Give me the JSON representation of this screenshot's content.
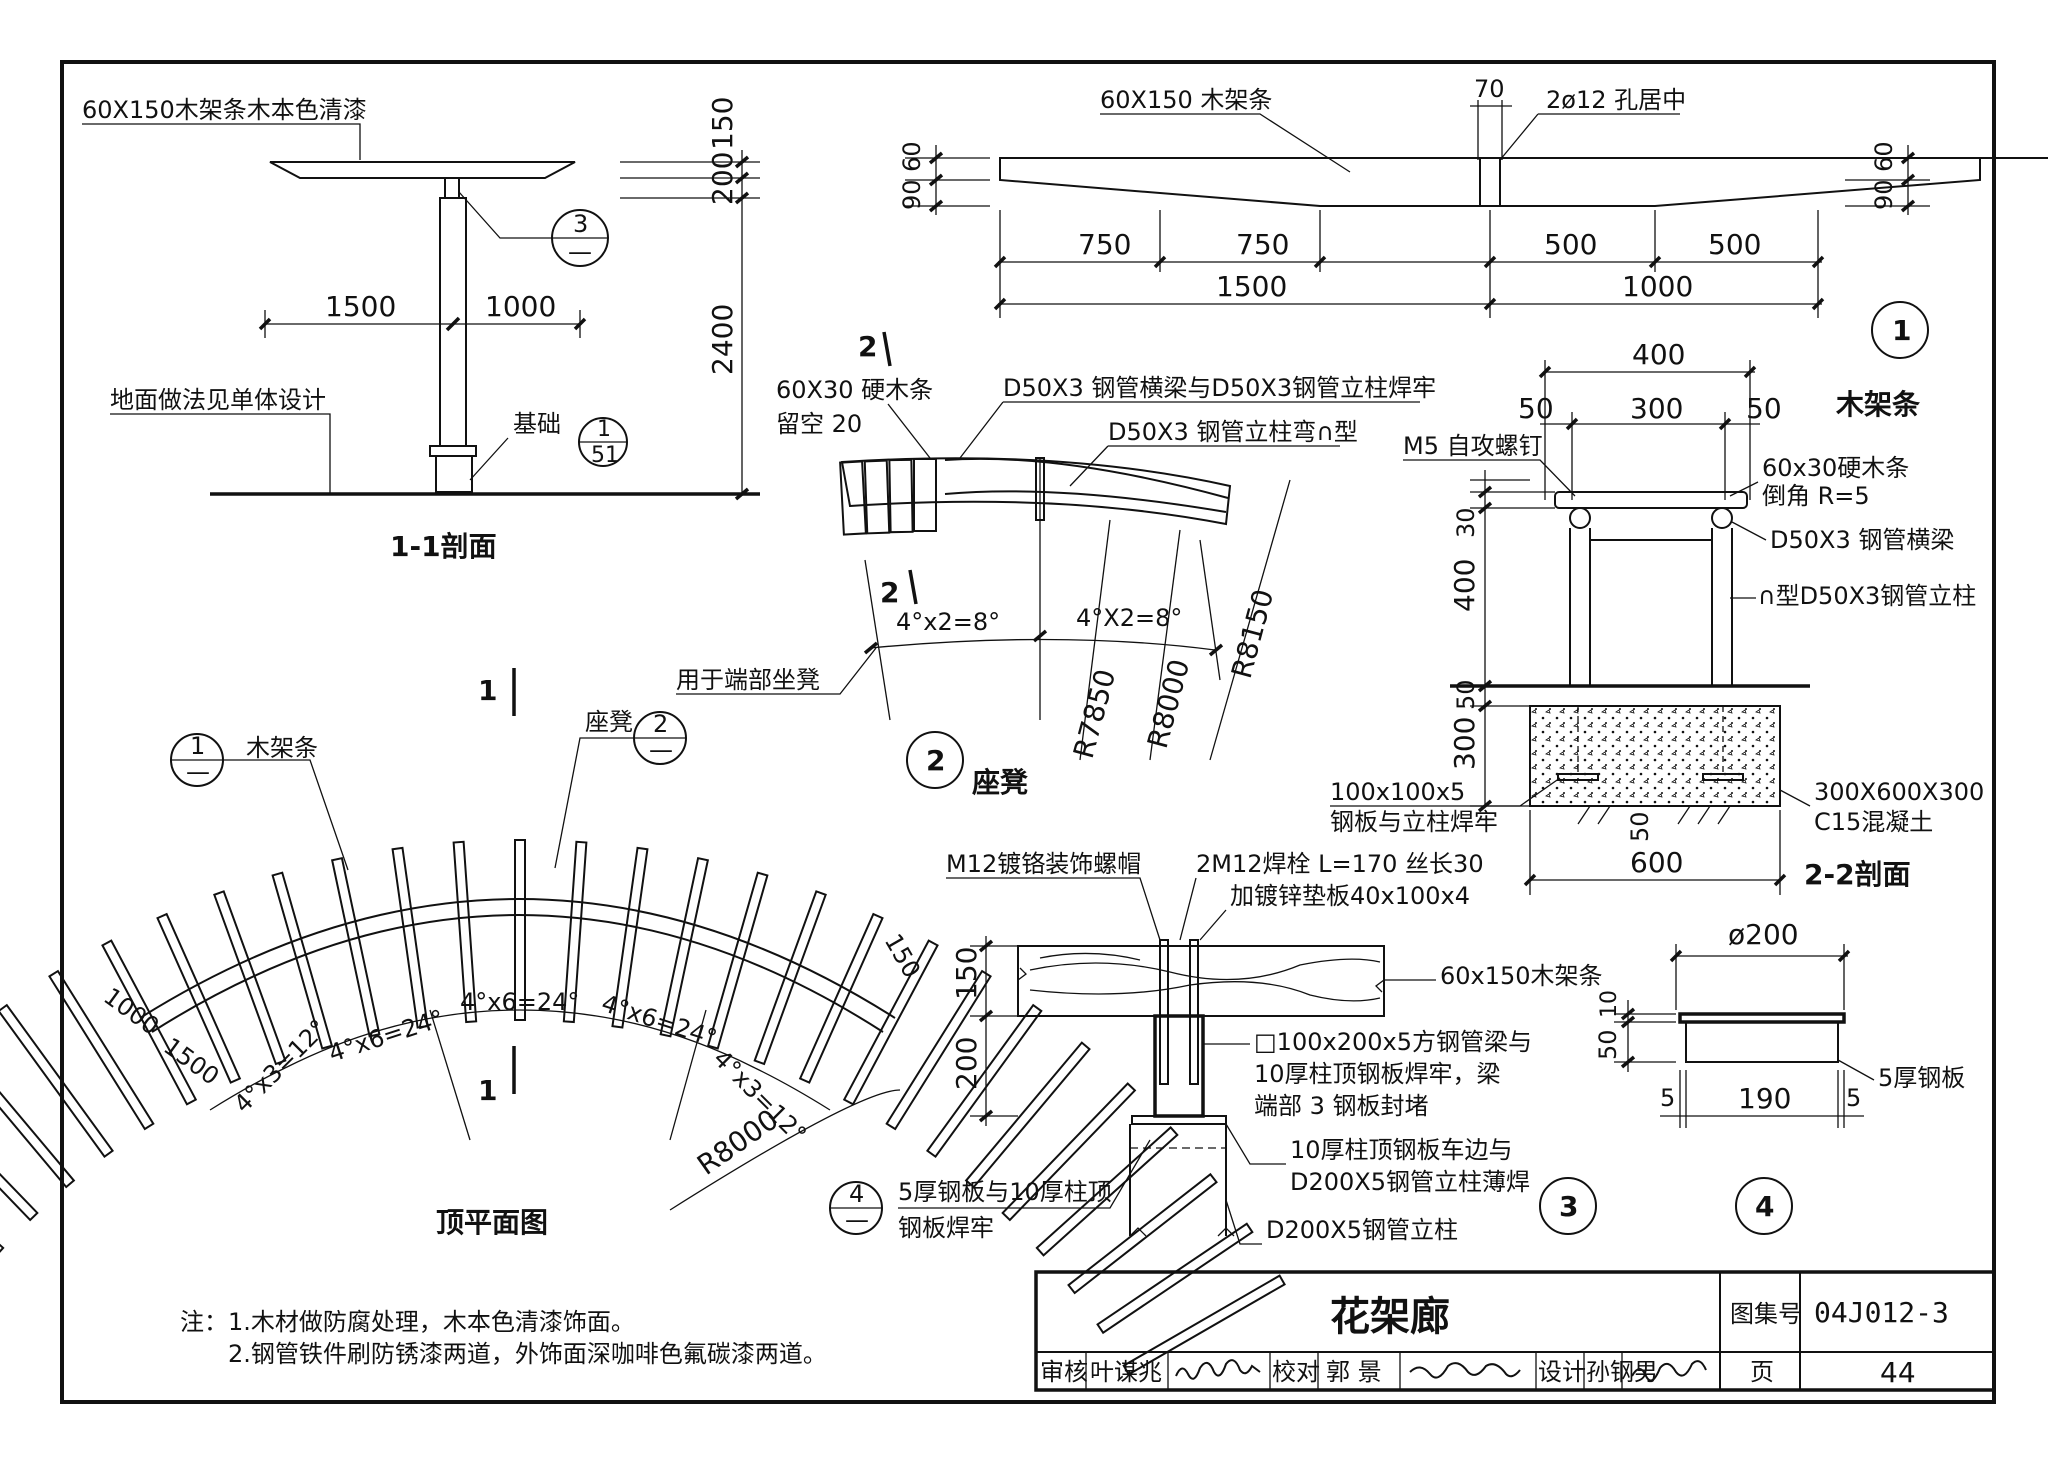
{
  "sheet": {
    "title": "花架廊",
    "atlas_label": "图集号",
    "atlas_no": "04J012-3",
    "page_label": "页",
    "page_no": "44",
    "review_label": "审核",
    "reviewer": "叶谋兆",
    "check_label": "校对",
    "checker": "郭 景",
    "design_label": "设计",
    "designer": "孙钢男"
  },
  "notes": {
    "line1": "注：1.木材做防腐处理，木本色清漆饰面。",
    "line2": "2.钢管铁件刷防锈漆两道，外饰面深咖啡色氟碳漆两道。"
  },
  "section11": {
    "title": "1-1剖面",
    "beam_label": "60X150木架条木本色清漆",
    "ground_label": "地面做法见单体设计",
    "found_label": "基础",
    "ref_found_top": "1",
    "ref_found_bot": "51",
    "ref3_top": "3",
    "ref3_bot": "—",
    "dim_1500": "1500",
    "dim_1000": "1000",
    "dim_150": "150",
    "dim_200": "200",
    "dim_2400": "2400"
  },
  "detail1": {
    "title": "木架条",
    "num": "1",
    "beam_label": "60X150 木架条",
    "hole_label": "2ø12 孔居中",
    "dim_70": "70",
    "dim_9060": "90 60",
    "dim_750a": "750",
    "dim_750b": "750",
    "dim_500a": "500",
    "dim_500b": "500",
    "dim_1500": "1500",
    "dim_1000": "1000"
  },
  "seat": {
    "title": "座凳",
    "num": "2",
    "sec_mark": "2",
    "wood_label": "60X30 硬木条",
    "gap_label": "留空 20",
    "weld_label": "D50X3 钢管横梁与D50X3钢管立柱焊牢",
    "bend_label": "D50X3 钢管立柱弯∩型",
    "end_label": "用于端部坐凳",
    "ang_left": "4°x2=8°",
    "ang_right": "4°X2=8°",
    "r7850": "R7850",
    "r8000": "R8000",
    "r8150": "R8150"
  },
  "section22": {
    "title": "2-2剖面",
    "dim_400w": "400",
    "dim_50l": "50",
    "dim_300": "300",
    "dim_50r": "50",
    "screw_label": "M5 自攻螺钉",
    "wood_label": "60x30硬木条",
    "chamfer_label": "倒角 R=5",
    "beam_label": "D50X3 钢管横梁",
    "post_label": "∩型D50X3钢管立柱",
    "dim_30": "30",
    "dim_400h": "400",
    "dim_50": "50",
    "dim_300h": "300",
    "plate_label": "100x100x5",
    "plate_label2": "钢板与立柱焊牢",
    "conc_label": "300X600X300",
    "conc_label2": "C15混凝土",
    "dim_50b": "50",
    "dim_600": "600"
  },
  "plan": {
    "title": "顶平面图",
    "sec_mark": "1",
    "ref1_top": "1",
    "ref1_bot": "—",
    "beam_label": "木架条",
    "seat_label": "座凳",
    "ref2_top": "2",
    "ref2_bot": "—",
    "ang_a": "4°x3=12°",
    "ang_b": "4°x6=24°",
    "ang_c": "4°x6=24°",
    "ang_d": "4°x6=24°",
    "ang_e": "4°x3=12°",
    "dim_1000": "1000",
    "dim_1500": "1500",
    "dim_150": "150",
    "radius": "R8000"
  },
  "detail3": {
    "num": "3",
    "nut_label": "M12镀铬装饰螺帽",
    "bolt_label": "2M12焊栓 L=170 丝长30",
    "pad_label": "加镀锌垫板40x100x4",
    "beam_label": "60x150木架条",
    "tube_l1": "□100x200x5方钢管梁与",
    "tube_l2": "10厚柱顶钢板焊牢，梁",
    "tube_l3": "端部 3 钢板封堵",
    "cap_l1": "10厚柱顶钢板车边与",
    "cap_l2": "D200X5钢管立柱薄焊",
    "post_label": "D200X5钢管立柱",
    "ref4_top": "4",
    "ref4_bot": "—",
    "weld_l1": "5厚钢板与10厚柱顶",
    "weld_l2": "钢板焊牢",
    "dim_150": "150",
    "dim_200": "200"
  },
  "detail4": {
    "num": "4",
    "dia": "ø200",
    "dim_10": "10",
    "dim_50": "50",
    "dim_5l": "5",
    "dim_190": "190",
    "dim_5r": "5",
    "plate_label": "5厚钢板"
  }
}
